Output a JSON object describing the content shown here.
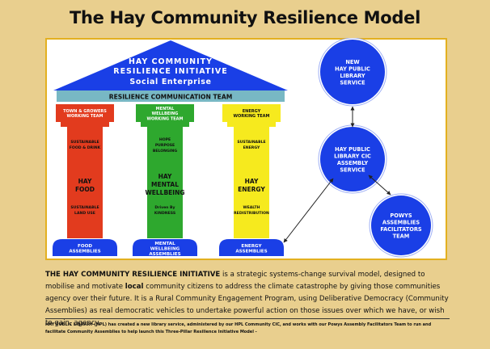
{
  "title": "The Hay Community Resilience Model",
  "roof": {
    "line1": "HAY COMMUNITY",
    "line2": "RESILIENCE INITIATIVE",
    "line3": "Social Enterprise"
  },
  "banner": "RESILIENCE COMMUNICATION TEAM",
  "pillars": [
    {
      "team": [
        "TOWN & GROWERS",
        "WORKING TEAM"
      ],
      "top": [
        "SUSTAINABLE",
        "FOOD & DRINK"
      ],
      "mid": [
        "HAY",
        "FOOD"
      ],
      "bottom": [
        "SUSTAINABLE",
        "LAND USE"
      ],
      "base": [
        "FOOD",
        "ASSEMBLIES"
      ],
      "color": "#e23b1e"
    },
    {
      "team": [
        "MENTAL",
        "WELLBEING",
        "WORKING TEAM"
      ],
      "top": [
        "HOPE",
        "PURPOSE",
        "BELONGING"
      ],
      "mid": [
        "HAY",
        "MENTAL",
        "WELLBEING"
      ],
      "bottom": [
        "Driven By",
        "KINDNESS"
      ],
      "base": [
        "MENTAL",
        "WELLBEING",
        "ASSEMBLIES"
      ],
      "color": "#2ea82e"
    },
    {
      "team": [
        "ENERGY",
        "WORKING TEAM"
      ],
      "top": [
        "SUSTAINABLE",
        "ENERGY"
      ],
      "mid": [
        "HAY",
        "ENERGY"
      ],
      "bottom": [
        "WEALTH",
        "REDISTRIBUTION"
      ],
      "base": [
        "ENERGY",
        "ASSEMBLIES"
      ],
      "color": "#f6ea1e"
    }
  ],
  "circles": [
    {
      "lines": [
        "NEW",
        "HAY PUBLIC",
        "LIBRARY",
        "SERVICE"
      ]
    },
    {
      "lines": [
        "HAY PUBLIC",
        "LIBRARY CIC",
        "ASSEMBLY",
        "SERVICE"
      ]
    },
    {
      "lines": [
        "POWYS",
        "ASSEMBLIES",
        "FACILITATORS",
        "TEAM"
      ]
    }
  ],
  "colors": {
    "blue": "#1a3fe6",
    "teal": "#78b8c4",
    "background": "#e9cf8e"
  },
  "description": {
    "lead": "THE HAY COMMUNITY RESILIENCE INITIATIVE",
    "part1": " is a strategic systems-change survival model, designed to mobilise and motivate ",
    "local": "local",
    "part2": " community citizens to address the climate catastrophe by giving those communities agency over their future. It is a Rural Community Engagement Program, using Deliberative Democracy (Community Assemblies) as real democratic vehicles to undertake powerful action on those issues over which we have, or wish to gain, agency."
  },
  "footnote": "HAY PUBLIC LIBRARY (HPL) has created a new library service, administered by our HPL Community CIC, and works with our Powys Assembly Facilitators Team to run and facilitate Community Assemblies to help launch this Three-Pillar Resilience Initiative Model -"
}
